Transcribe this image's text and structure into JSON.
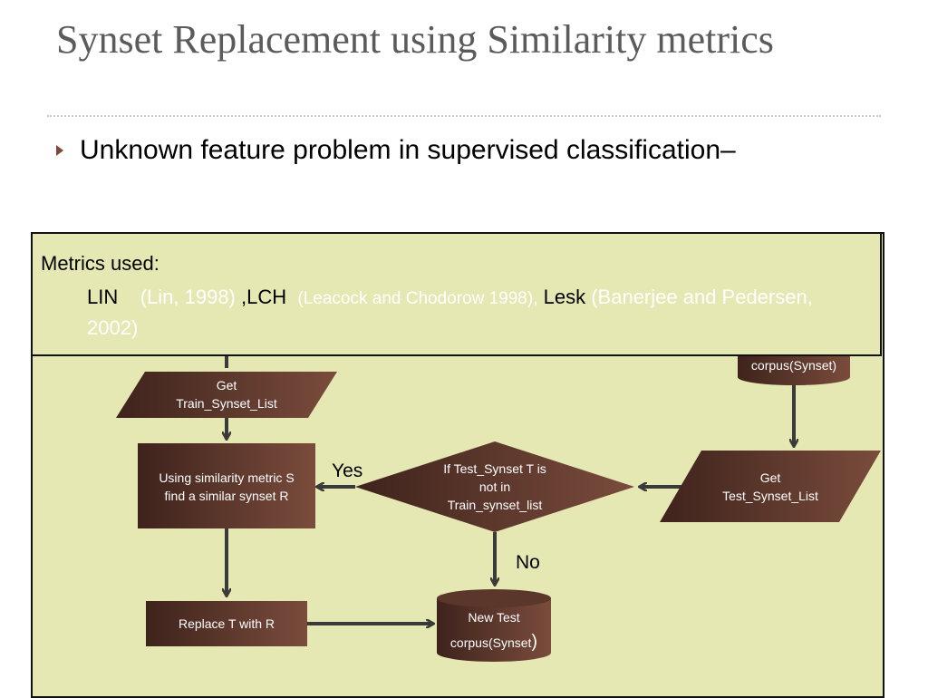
{
  "slide": {
    "title": "Synset Replacement using Similarity metrics",
    "bullet": "Unknown feature problem in supervised classification–"
  },
  "metrics": {
    "heading": "Metrics used:",
    "lin": "LIN",
    "lin_cite": "(Lin, 1998)",
    "sep1": " ,",
    "lch": "LCH",
    "lch_cite": "(Leacock and Chodorow 1998),",
    "lesk": "Lesk",
    "lesk_cite": "(Banerjee and Pedersen, 2002)"
  },
  "flowchart": {
    "corpus_top": "corpus(Synset)",
    "get_train": [
      "Get",
      "Train_Synset_List"
    ],
    "similarity": [
      "Using  similarity metric S",
      "find a similar synset R"
    ],
    "decision": [
      "If Test_Synset T is",
      "not in",
      "Train_synset_list"
    ],
    "get_test": [
      "Get",
      "Test_Synset_List"
    ],
    "replace": "Replace T with R",
    "new_corpus": [
      "New Test",
      "corpus(Synset",
      ")"
    ],
    "yes": "Yes",
    "no": "No"
  },
  "colors": {
    "panel_bg": "#e5e8b2",
    "shape_dark": "#4a2a22",
    "shape_light": "#7a4a3a",
    "arrow": "#3a3a3a"
  }
}
